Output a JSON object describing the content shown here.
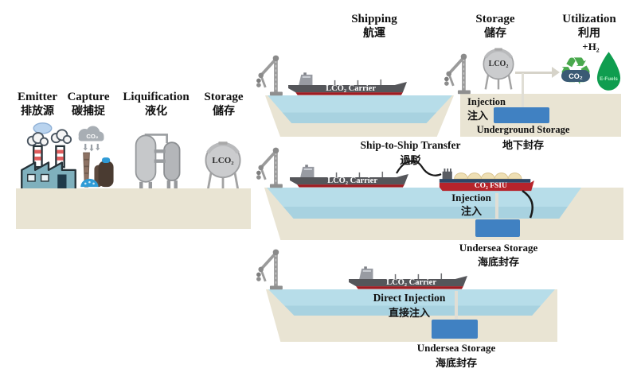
{
  "left_chain": {
    "stages": [
      {
        "en": "Emitter",
        "zh": "排放源"
      },
      {
        "en": "Capture",
        "zh": "碳捕捉"
      },
      {
        "en": "Liquification",
        "zh": "液化"
      },
      {
        "en": "Storage",
        "zh": "儲存"
      }
    ],
    "storage_tank_label": "LCO₂",
    "capture_cloud_label": "CO₂"
  },
  "headers": {
    "shipping": {
      "en": "Shipping",
      "zh": "航運"
    },
    "storage": {
      "en": "Storage",
      "zh": "儲存"
    },
    "utilization": {
      "en": "Utilization",
      "zh": "利用"
    }
  },
  "utilization": {
    "h2_label": "+H₂",
    "recycle_co2_label": "CO₂",
    "efuels_label": "E-Fuels"
  },
  "port_scene": {
    "ship_label": "LCO₂ Carrier",
    "tank_label": "LCO₂",
    "injection": {
      "en": "Injection",
      "zh": "注入"
    },
    "storage": {
      "en": "Underground Storage",
      "zh": "地下封存"
    }
  },
  "sts_scene": {
    "title": {
      "en": "Ship-to-Ship Transfer",
      "zh": "過駁"
    },
    "ship_label": "LCO₂ Carrier",
    "fsiu_label": "CO₂ FSIU",
    "injection": {
      "en": "Injection",
      "zh": "注入"
    },
    "storage": {
      "en": "Undersea Storage",
      "zh": "海底封存"
    }
  },
  "direct_scene": {
    "ship_label": "LCO₂ Carrier",
    "injection": {
      "en": "Direct Injection",
      "zh": "直接注入"
    },
    "storage": {
      "en": "Undersea Storage",
      "zh": "海底封存"
    }
  },
  "colors": {
    "land": "#e9e4d3",
    "water": "#b7dde9",
    "reservoir_blue": "#4081c2",
    "ship_hull_gray": "#55565a",
    "ship_keel_red": "#9e1c22",
    "fsiu_hull_red": "#b6242b",
    "fsiu_band_navy": "#2e4766",
    "recycle_green": "#4aa94e",
    "efuels_green": "#0f9d4f"
  }
}
